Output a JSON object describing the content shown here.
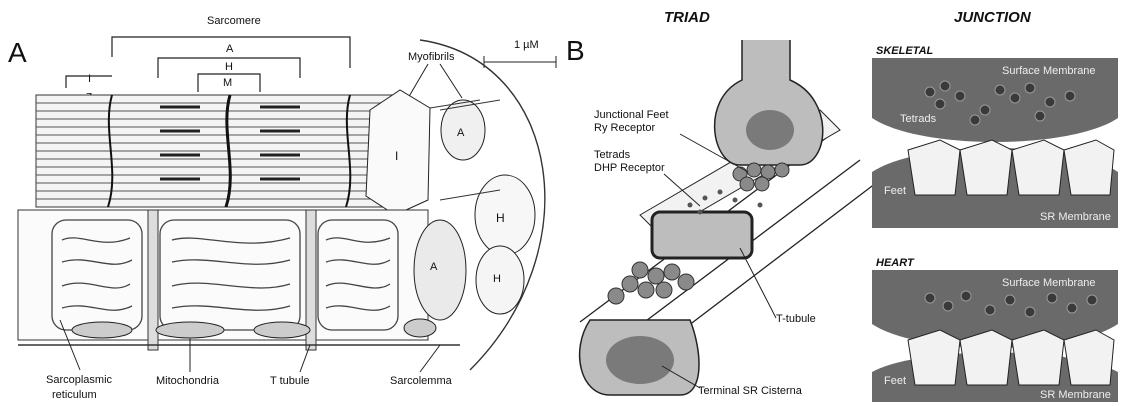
{
  "panelA": {
    "letter": "A",
    "sarcomere": "Sarcomere",
    "bandA": "A",
    "bandH": "H",
    "bandM": "M",
    "bandI": "I",
    "bandZ": "Z",
    "myofibrils": "Myofibrils",
    "scale": "1 µM",
    "fibI": "I",
    "fibA_top": "A",
    "fibH": "H",
    "fibA_low": "A",
    "fibH_low": "H",
    "sarcoplasmic": "Sarcoplasmic",
    "reticulum": "reticulum",
    "mitochondria": "Mitochondria",
    "ttubule": "T tubule",
    "sarcolemma": "Sarcolemma"
  },
  "panelB": {
    "letter": "B",
    "triad_title": "TRIAD",
    "junction_title": "JUNCTION",
    "junctional_feet": "Junctional Feet",
    "ry_receptor": "Ry Receptor",
    "tetrads": "Tetrads",
    "dhp_receptor": "DHP Receptor",
    "ttubule": "T-tubule",
    "terminal_sr": "Terminal SR Cisterna"
  },
  "skeletal": {
    "heading": "SKELETAL",
    "surface_membrane": "Surface Membrane",
    "tetrads": "Tetrads",
    "feet": "Feet",
    "sr_membrane": "SR Membrane"
  },
  "heart": {
    "heading": "HEART",
    "surface_membrane": "Surface Membrane",
    "feet": "Feet",
    "sr_membrane": "SR Membrane"
  }
}
